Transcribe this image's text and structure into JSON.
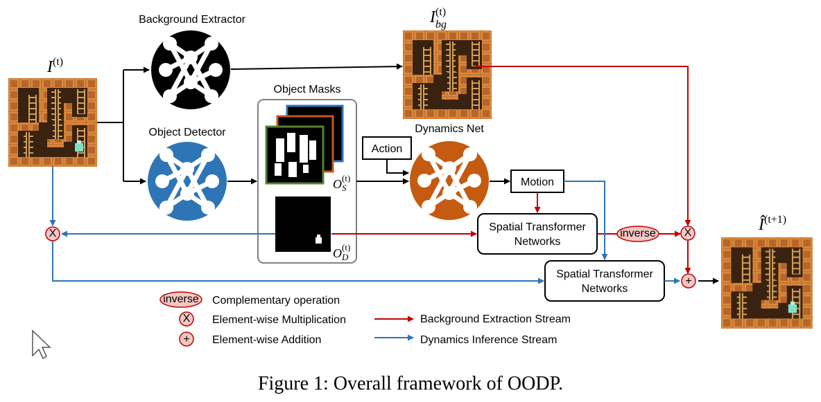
{
  "labels": {
    "background_extractor": "Background Extractor",
    "object_detector": "Object Detector",
    "object_masks": "Object Masks",
    "dynamics_net": "Dynamics Net",
    "action": "Action",
    "motion": "Motion",
    "stn_top_line1": "Spatial Transformer",
    "stn_top_line2": "Networks",
    "stn_bottom_line1": "Spatial Transformer",
    "stn_bottom_line2": "Networks",
    "inverse": "inverse",
    "input_frame": "I",
    "input_frame_sup": "(t)",
    "bg_frame": "I",
    "bg_frame_sub": "bg",
    "bg_frame_sup": "(t)",
    "pred_frame": "Î",
    "pred_frame_sup": "(t+1)",
    "os_label": "O",
    "os_sub": "S",
    "os_sup": "(t)",
    "od_label": "O",
    "od_sub": "D",
    "od_sup": "(t)",
    "mult_symbol": "X",
    "add_symbol": "+"
  },
  "legend": {
    "inverse_label": "inverse",
    "complementary": "Complementary operation",
    "multiplication": "Element-wise Multiplication",
    "addition": "Element-wise Addition",
    "bg_stream": "Background Extraction Stream",
    "dyn_stream": "Dynamics Inference Stream"
  },
  "caption": "Figure 1: Overall framework of OODP.",
  "colors": {
    "bg_stream": "#c00000",
    "dyn_stream": "#2e75b6",
    "extractor": "#000000",
    "detector": "#2e75b6",
    "dynamics": "#c55a11",
    "op_fill": "#f4c7c3",
    "op_stroke": "#c00000",
    "brick": "#c8772e",
    "ladder": "#c98a3c",
    "mask_green": "#548235",
    "mask_orange": "#c55a11",
    "mask_blue": "#2e75b6"
  },
  "icons": {
    "network": "neural-network-icon",
    "cursor": "mouse-pointer-icon"
  }
}
